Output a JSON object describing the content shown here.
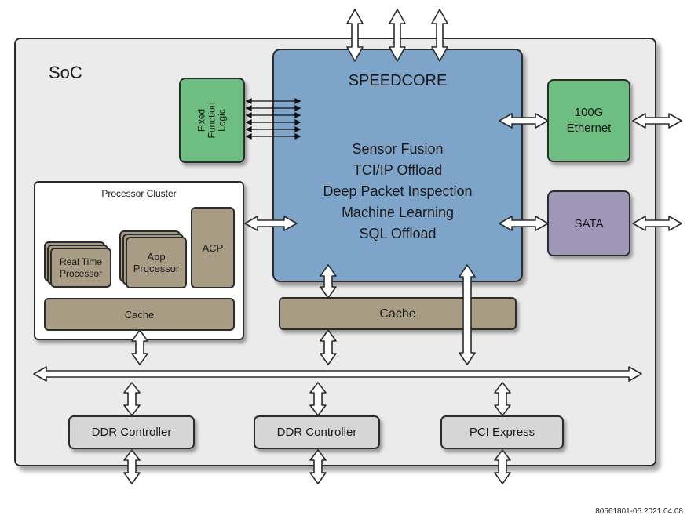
{
  "soc": {
    "label": "SoC"
  },
  "speedcore": {
    "title": "SPEEDCORE",
    "features": [
      "Sensor Fusion",
      "TCI/IP Offload",
      "Deep Packet Inspection",
      "Machine Learning",
      "SQL Offload"
    ]
  },
  "fixed_function_logic": {
    "label": "Fixed\nFunction\nLogic"
  },
  "ethernet": {
    "label": "100G\nEthernet"
  },
  "sata": {
    "label": "SATA"
  },
  "processor_cluster": {
    "title": "Processor Cluster",
    "real_time_processor": "Real Time Processor",
    "app_processor": "App Processor",
    "acp": "ACP",
    "cache": "Cache"
  },
  "speedcore_cache": {
    "label": "Cache"
  },
  "controllers": [
    "DDR Controller",
    "DDR Controller",
    "PCI Express"
  ],
  "footnote": "80561801-05.2021.04.08",
  "colors": {
    "soc_bg": "#ebebeb",
    "speedcore": "#7fa4c9",
    "green_block": "#6dbe80",
    "sata": "#9f97b8",
    "cache_tan": "#a99c85",
    "controller_gray": "#d6d6d6"
  }
}
